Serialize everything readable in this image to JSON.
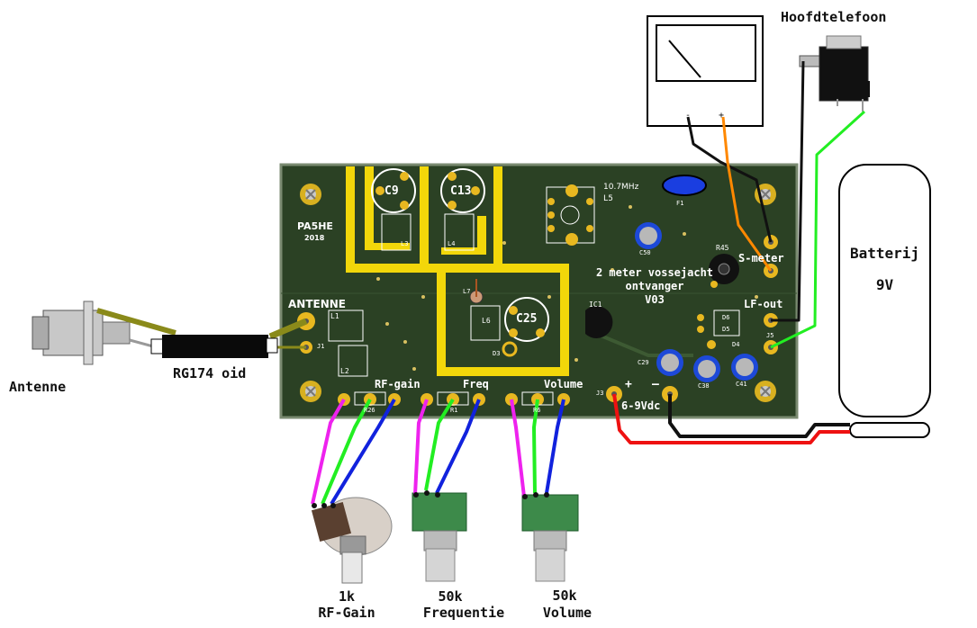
{
  "labels": {
    "headphones": "Hoofdtelefoon",
    "battery_title": "Batterij",
    "battery_voltage": "9V",
    "antenna": "Antenne",
    "cable": "RG174 oid",
    "pot_rf_value": "1k",
    "pot_rf_name": "RF-Gain",
    "pot_freq_value": "50k",
    "pot_freq_name": "Frequentie",
    "pot_vol_value": "50k",
    "pot_vol_name": "Volume"
  },
  "meter": {
    "minus": "-",
    "plus": "+"
  },
  "pcb": {
    "author": "PA5HE",
    "year": "2018",
    "title_line1": "2 meter vossejacht",
    "title_line2": "ontvanger",
    "version": "V03",
    "antenna": "ANTENNE",
    "lf_out": "LF-out",
    "s_meter": "S-meter",
    "rf_gain": "RF-gain",
    "freq": "Freq",
    "volume": "Volume",
    "supply": "6-9Vdc",
    "plus": "+",
    "minus": "–",
    "if_freq": "10.7MHz",
    "refs": {
      "C9": "C9",
      "C13": "C13",
      "C25": "C25",
      "L5": "L5",
      "F1": "F1",
      "C50": "C50",
      "R45": "R45",
      "IC1": "IC1",
      "L1": "L1",
      "L2": "L2",
      "L3": "L3",
      "L4": "L4",
      "L6": "L6",
      "L7": "L7",
      "D3": "D3",
      "D4": "D4",
      "D5": "D5",
      "D6": "D6",
      "C29": "C29",
      "C38": "C38",
      "C41": "C41",
      "J1": "J1",
      "J3": "J3",
      "J5": "J5",
      "R26": "R26",
      "R1": "R1",
      "R6": "R6"
    }
  },
  "colors": {
    "pcb": "#2b4124",
    "pcb_border": "#7a8a70",
    "trace": "#f2d70a",
    "wire_magenta": "#ee22ee",
    "wire_green": "#22ee22",
    "wire_blue": "#1122dd",
    "wire_red": "#ee1111",
    "wire_black": "#111111",
    "wire_orange": "#ff8800",
    "cable_olive": "#8a8a1a",
    "pad_gold": "#e8b820"
  }
}
